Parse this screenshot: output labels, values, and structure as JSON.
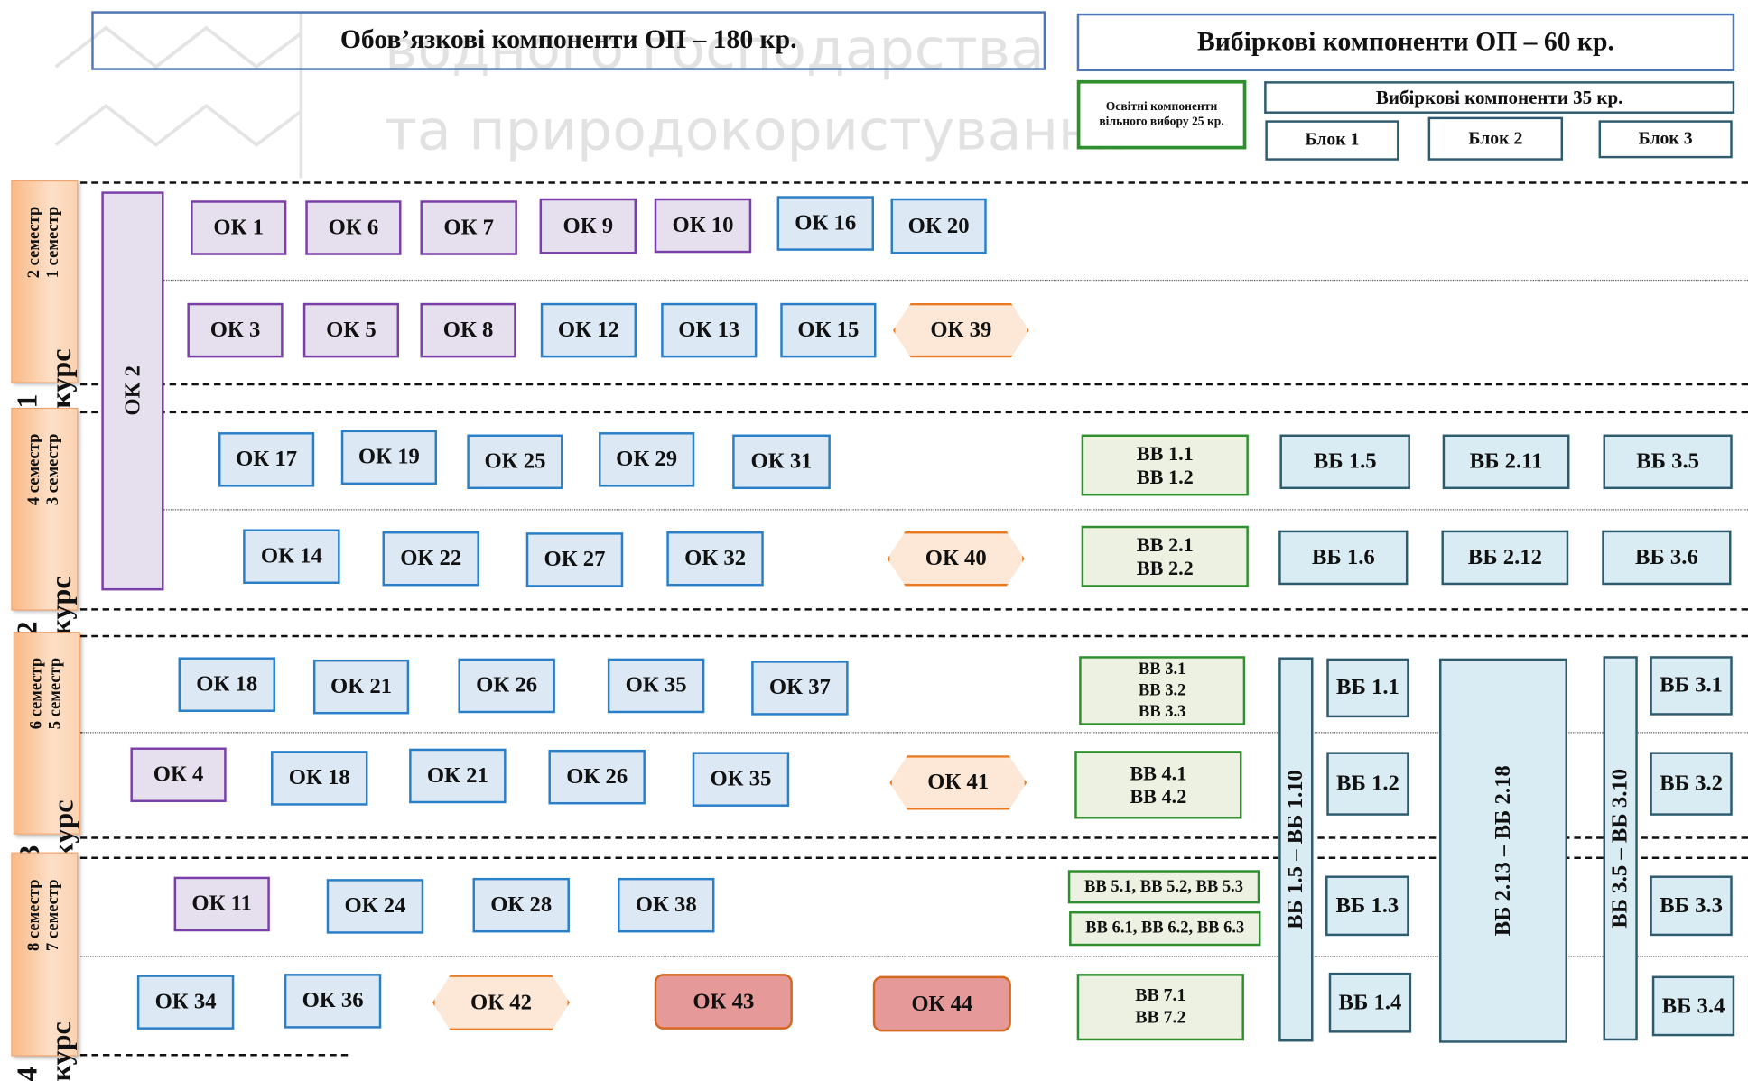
{
  "header": {
    "mandatory_title": "Обов’язкові компоненти ОП – 180 кр.",
    "elective_title": "Вибіркові компоненти ОП – 60 кр.",
    "free_choice_title": "Освітні компоненти вільного вибору 25 кр.",
    "elective_block_title": "Вибіркові компоненти 35 кр.",
    "blocks": [
      "Блок 1",
      "Блок 2",
      "Блок 3"
    ]
  },
  "watermark": {
    "line1": "водного господарства",
    "line2": "та природокористування"
  },
  "courses": [
    {
      "label": "1 курс",
      "sem_top": "1 семестр",
      "sem_bottom": "2 семестр"
    },
    {
      "label": "2 курс",
      "sem_top": "3 семестр",
      "sem_bottom": "4 семестр"
    },
    {
      "label": "3 курс",
      "sem_top": "5 семестр",
      "sem_bottom": "6 семестр"
    },
    {
      "label": "4 курс",
      "sem_top": "7 семестр",
      "sem_bottom": "8 семестр"
    }
  ],
  "spanning": {
    "ok2": "ОК 2",
    "vb1": "ВБ 1.5 – ВБ 1.10",
    "vb2": "ВБ 2.13 – ВБ 2.18",
    "vb3": "ВБ 3.5 – ВБ 3.10"
  },
  "sem1": [
    "ОК 1",
    "ОК 6",
    "ОК 7",
    "ОК 9",
    "ОК 10",
    "ОК 16",
    "ОК 20"
  ],
  "sem2": [
    "ОК 3",
    "ОК 5",
    "ОК 8",
    "ОК 12",
    "ОК 13",
    "ОК 15",
    "ОК 39"
  ],
  "sem3": [
    "ОК 17",
    "ОК 19",
    "ОК 25",
    "ОК 29",
    "ОК 31"
  ],
  "sem3_free": "ВВ 1.1\nВВ 1.2",
  "sem3_blocks": [
    "ВБ 1.5",
    "ВБ 2.11",
    "ВБ 3.5"
  ],
  "sem4": [
    "ОК 14",
    "ОК 22",
    "ОК 27",
    "ОК 32",
    "ОК 40"
  ],
  "sem4_free": "ВВ 2.1\nВВ 2.2",
  "sem4_blocks": [
    "ВБ 1.6",
    "ВБ 2.12",
    "ВБ 3.6"
  ],
  "sem5": [
    "ОК 18",
    "ОК 21",
    "ОК 26",
    "ОК 35",
    "ОК 37"
  ],
  "sem5_free": "ВВ 3.1\nВВ 3.2\nВВ 3.3",
  "sem5_blocks": [
    "ВБ 1.1",
    "ВБ 3.1"
  ],
  "sem6": [
    "ОК 4",
    "ОК 18",
    "ОК 21",
    "ОК 26",
    "ОК 35",
    "ОК 41"
  ],
  "sem6_free": "ВВ 4.1\nВВ 4.2",
  "sem6_blocks": [
    "ВБ 1.2",
    "ВБ 3.2"
  ],
  "sem7": [
    "ОК 11",
    "ОК 24",
    "ОК 28",
    "ОК 38"
  ],
  "sem7_free": [
    "ВВ 5.1, ВВ 5.2, ВВ 5.3",
    "ВВ 6.1, ВВ 6.2, ВВ 6.3"
  ],
  "sem7_blocks": [
    "ВБ 1.3",
    "ВБ 3.3"
  ],
  "sem8": [
    "ОК 34",
    "ОК 36",
    "ОК 42",
    "ОК 43",
    "ОК 44"
  ],
  "sem8_free": "ВВ 7.1\nВВ 7.2",
  "sem8_blocks": [
    "ВБ 1.4",
    "ВБ 3.4"
  ],
  "colors": {
    "mandatory_purple_border": "#7a3fa8",
    "mandatory_purple_fill": "#e6e0ee",
    "mandatory_blue_border": "#2a7fc9",
    "mandatory_blue_fill": "#dce8f4",
    "free_green_border": "#2f8f2f",
    "free_green_fill": "#ecf1e2",
    "elective_border": "#2e5b6e",
    "elective_fill": "#d9ecf3",
    "practice_orange": "#e97a22",
    "exam_red_fill": "#e59a99"
  }
}
